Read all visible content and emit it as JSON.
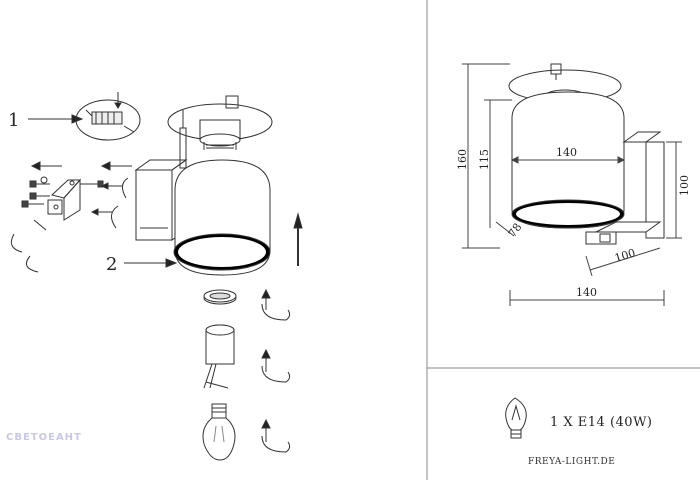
{
  "callouts": {
    "one": "1",
    "two": "2"
  },
  "dimensions": {
    "height_total": "160",
    "height_shade": "115",
    "shade_width": "140",
    "shade_depth": "78",
    "base_height": "100",
    "base_depth": "100",
    "overall_width": "140"
  },
  "bulb_spec": "1 X E14 (40W)",
  "brand": "FREYA-LIGHT.DE",
  "watermark": "СВЕТОЕАНТ"
}
